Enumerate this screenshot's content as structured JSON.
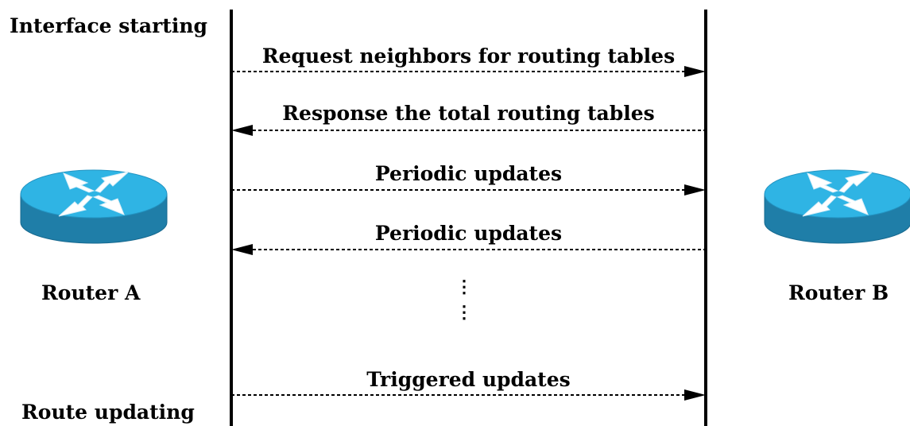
{
  "diagram": {
    "left_side": {
      "start_label": "Interface starting",
      "end_label": "Route updating"
    },
    "routers": {
      "a": {
        "name": "Router A",
        "icon": "router-icon"
      },
      "b": {
        "name": "Router B",
        "icon": "router-icon"
      }
    },
    "messages": [
      {
        "label": "Request neighbors for routing tables",
        "direction": "A-to-B"
      },
      {
        "label": "Response the total routing tables",
        "direction": "B-to-A"
      },
      {
        "label": "Periodic updates",
        "direction": "A-to-B"
      },
      {
        "label": "Periodic updates",
        "direction": "B-to-A"
      },
      {
        "label": "Triggered updates",
        "direction": "A-to-B"
      }
    ],
    "ellipsis": "⋮"
  },
  "colors": {
    "router_top": "#2fb4e4",
    "router_side": "#1f7ea8",
    "router_arrows": "#ffffff",
    "line": "#000000"
  }
}
